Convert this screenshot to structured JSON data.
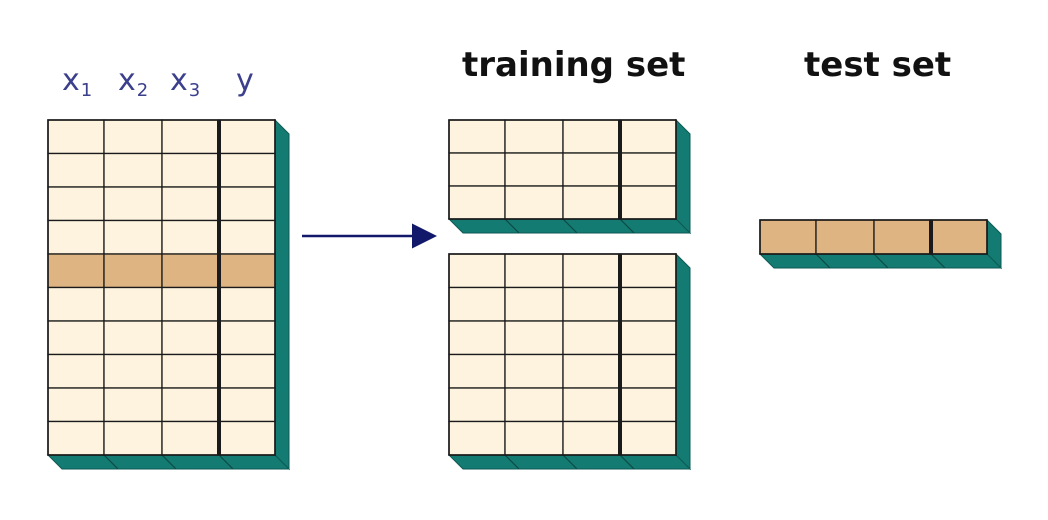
{
  "columns": [
    {
      "base": "x",
      "sub": "1"
    },
    {
      "base": "x",
      "sub": "2"
    },
    {
      "base": "x",
      "sub": "3"
    },
    {
      "base": "y",
      "sub": ""
    }
  ],
  "titles": {
    "training": "training set",
    "test": "test set"
  },
  "dataset": {
    "rows": 10,
    "feature_cols": 3,
    "target_cols": 1,
    "highlighted_row": 4
  },
  "training_split": {
    "top_rows": 3,
    "bottom_rows": 6
  },
  "test_split": {
    "rows": 1
  },
  "colors": {
    "cell_fill": "#fdf3df",
    "highlight_fill": "#deb483",
    "grid_line": "#1a1a1a",
    "shadow": "#137b72",
    "arrow": "#12196b",
    "label": "#3b3f8c"
  }
}
